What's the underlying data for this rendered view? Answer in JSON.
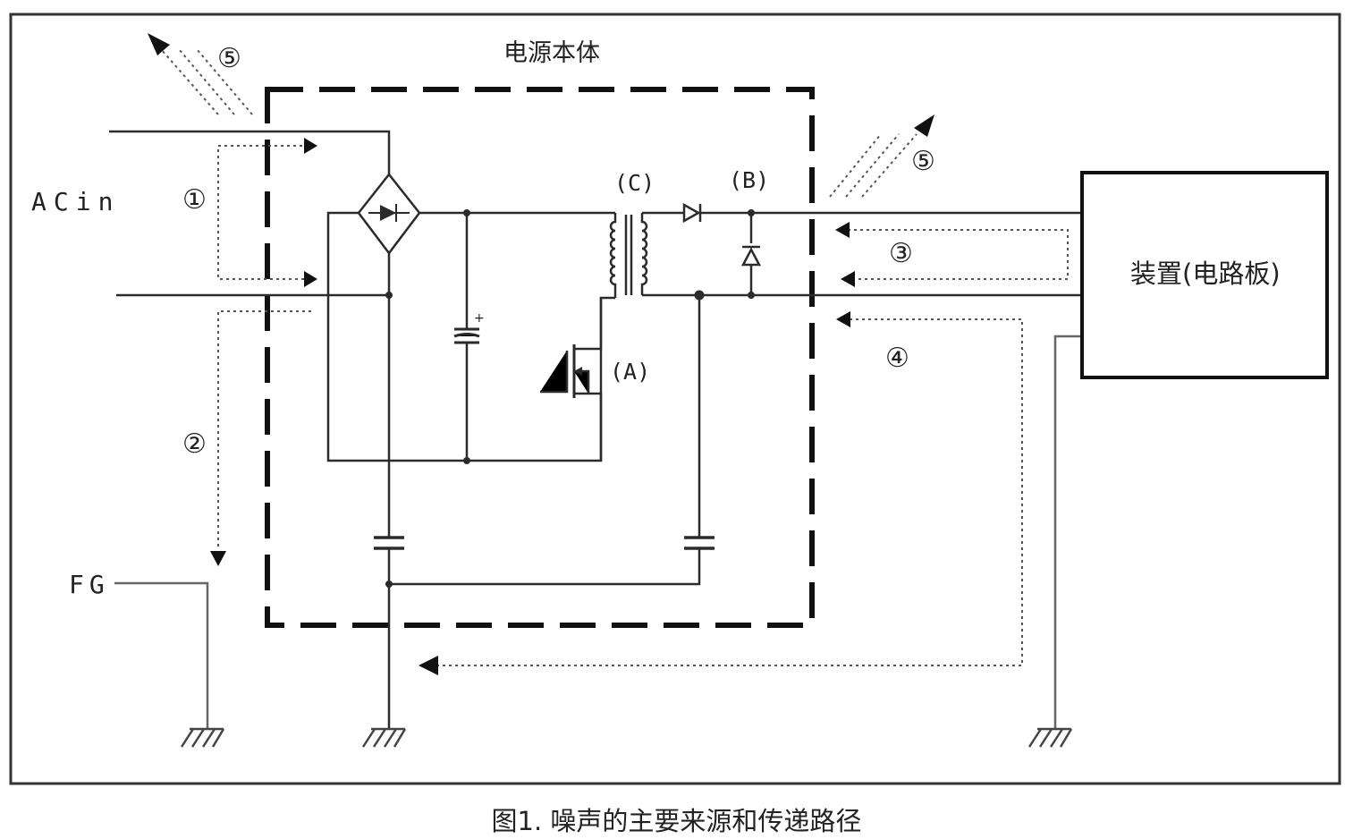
{
  "labels": {
    "psu_body": "电源本体",
    "ac_in": "ACin",
    "fg": "FG",
    "device": "装置(电路板)",
    "component_a": "(A)",
    "component_b": "(B)",
    "component_c": "(C)",
    "path_1": "①",
    "path_2": "②",
    "path_3": "③",
    "path_4": "④",
    "path_5a": "⑤",
    "path_5b": "⑤",
    "cap_polarity": "+"
  },
  "caption": "图1. 噪声的主要来源和传递路径",
  "colors": {
    "wire": "#2b2b2b",
    "noise_path": "#555555",
    "frame": "#111111"
  }
}
